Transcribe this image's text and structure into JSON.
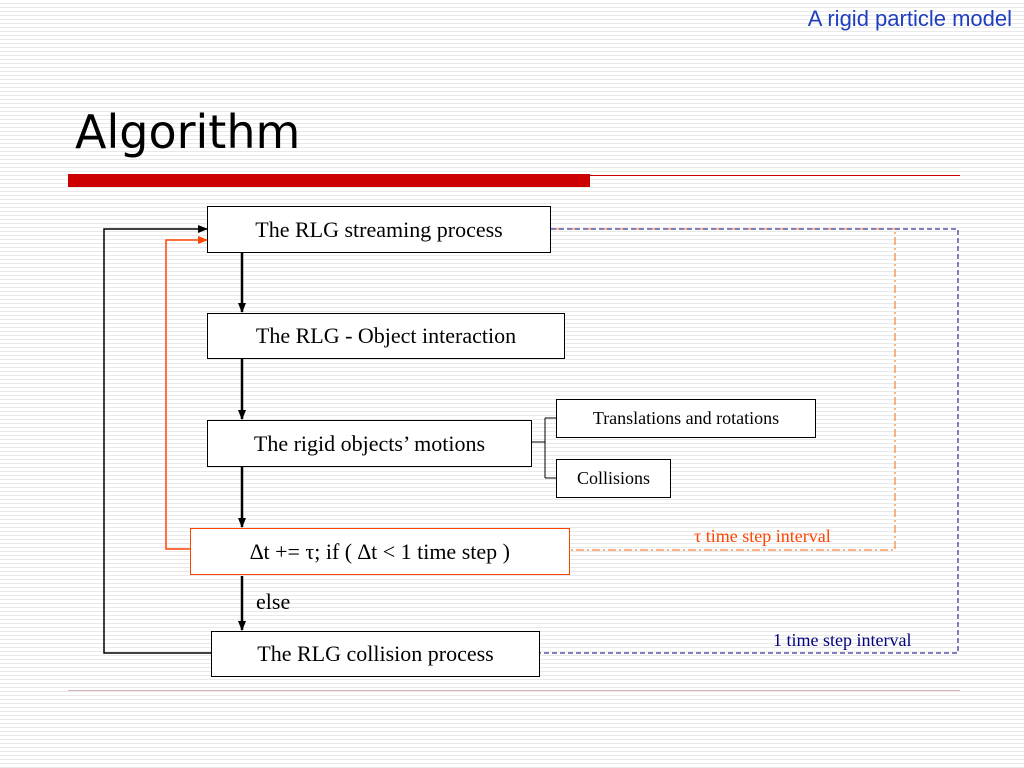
{
  "header": {
    "title": "A rigid particle model"
  },
  "slide": {
    "title": "Algorithm"
  },
  "flowchart": {
    "streaming": "The RLG streaming process",
    "interaction": "The RLG - Object interaction",
    "motions": "The rigid objects’ motions",
    "translations": "Translations and rotations",
    "collisions": "Collisions",
    "condition": "∆t += τ; if ( ∆t < 1 time step )",
    "else_label": "else",
    "collision_process": "The RLG collision process",
    "tau_interval": "τ time step interval",
    "step_interval": "1 time step interval"
  },
  "colors": {
    "header": "#1f3fbf",
    "accent_red": "#cc0000",
    "orange": "#ff4400",
    "navy": "#000080"
  }
}
